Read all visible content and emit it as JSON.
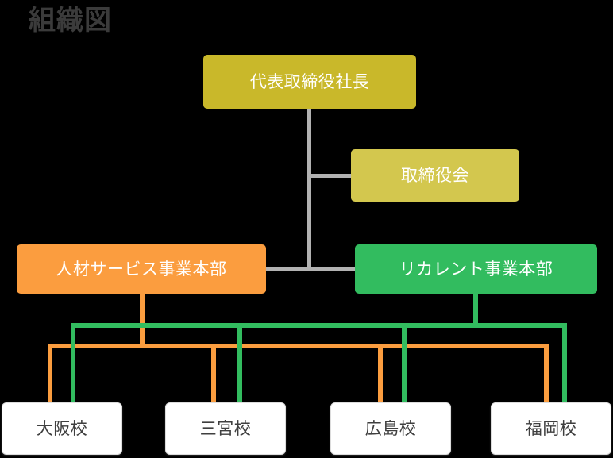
{
  "page": {
    "title": "組織図",
    "background_color": "#000000"
  },
  "palette": {
    "ceo_box": "#c9b82a",
    "board_box": "#d3c74e",
    "hr_division": "#fb9d3f",
    "recurrent_division": "#32bc5f",
    "school_box_background": "#ffffff",
    "school_box_border": "#dcdcdc",
    "school_text": "#3f3f3f",
    "title_text": "#3b3b3b",
    "top_connector": "#b2b2b2"
  },
  "chart_data": {
    "type": "diagram",
    "diagram_kind": "organization-chart",
    "title": "組織図",
    "nodes": [
      {
        "id": "ceo",
        "label": "代表取締役社長",
        "level": 0,
        "color": "#c9b82a",
        "text_color": "#ffffff"
      },
      {
        "id": "board",
        "label": "取締役会",
        "level": 1,
        "color": "#d3c74e",
        "text_color": "#ffffff"
      },
      {
        "id": "hr",
        "label": "人材サービス事業本部",
        "level": 2,
        "color": "#fb9d3f",
        "text_color": "#ffffff"
      },
      {
        "id": "recurrent",
        "label": "リカレント事業本部",
        "level": 2,
        "color": "#32bc5f",
        "text_color": "#ffffff"
      },
      {
        "id": "osaka",
        "label": "大阪校",
        "level": 3,
        "color": "#ffffff",
        "text_color": "#3f3f3f"
      },
      {
        "id": "sannomiya",
        "label": "三宮校",
        "level": 3,
        "color": "#ffffff",
        "text_color": "#3f3f3f"
      },
      {
        "id": "hiroshima",
        "label": "広島校",
        "level": 3,
        "color": "#ffffff",
        "text_color": "#3f3f3f"
      },
      {
        "id": "fukuoka",
        "label": "福岡校",
        "level": 3,
        "color": "#ffffff",
        "text_color": "#3f3f3f"
      }
    ],
    "edges": [
      {
        "from": "ceo",
        "to": "board",
        "color": "#b2b2b2"
      },
      {
        "from": "ceo",
        "to": "hr",
        "color": "#b2b2b2"
      },
      {
        "from": "ceo",
        "to": "recurrent",
        "color": "#b2b2b2"
      },
      {
        "from": "hr",
        "to": "osaka",
        "color": "#fb9d3f"
      },
      {
        "from": "hr",
        "to": "sannomiya",
        "color": "#fb9d3f"
      },
      {
        "from": "hr",
        "to": "hiroshima",
        "color": "#fb9d3f"
      },
      {
        "from": "hr",
        "to": "fukuoka",
        "color": "#fb9d3f"
      },
      {
        "from": "recurrent",
        "to": "osaka",
        "color": "#32bc5f"
      },
      {
        "from": "recurrent",
        "to": "sannomiya",
        "color": "#32bc5f"
      },
      {
        "from": "recurrent",
        "to": "hiroshima",
        "color": "#32bc5f"
      },
      {
        "from": "recurrent",
        "to": "fukuoka",
        "color": "#32bc5f"
      }
    ]
  },
  "boxes": {
    "ceo": {
      "label": "代表取締役社長"
    },
    "board": {
      "label": "取締役会"
    },
    "hr": {
      "label": "人材サービス事業本部"
    },
    "recurrent": {
      "label": "リカレント事業本部"
    },
    "schools": [
      {
        "label": "大阪校"
      },
      {
        "label": "三宮校"
      },
      {
        "label": "広島校"
      },
      {
        "label": "福岡校"
      }
    ]
  }
}
